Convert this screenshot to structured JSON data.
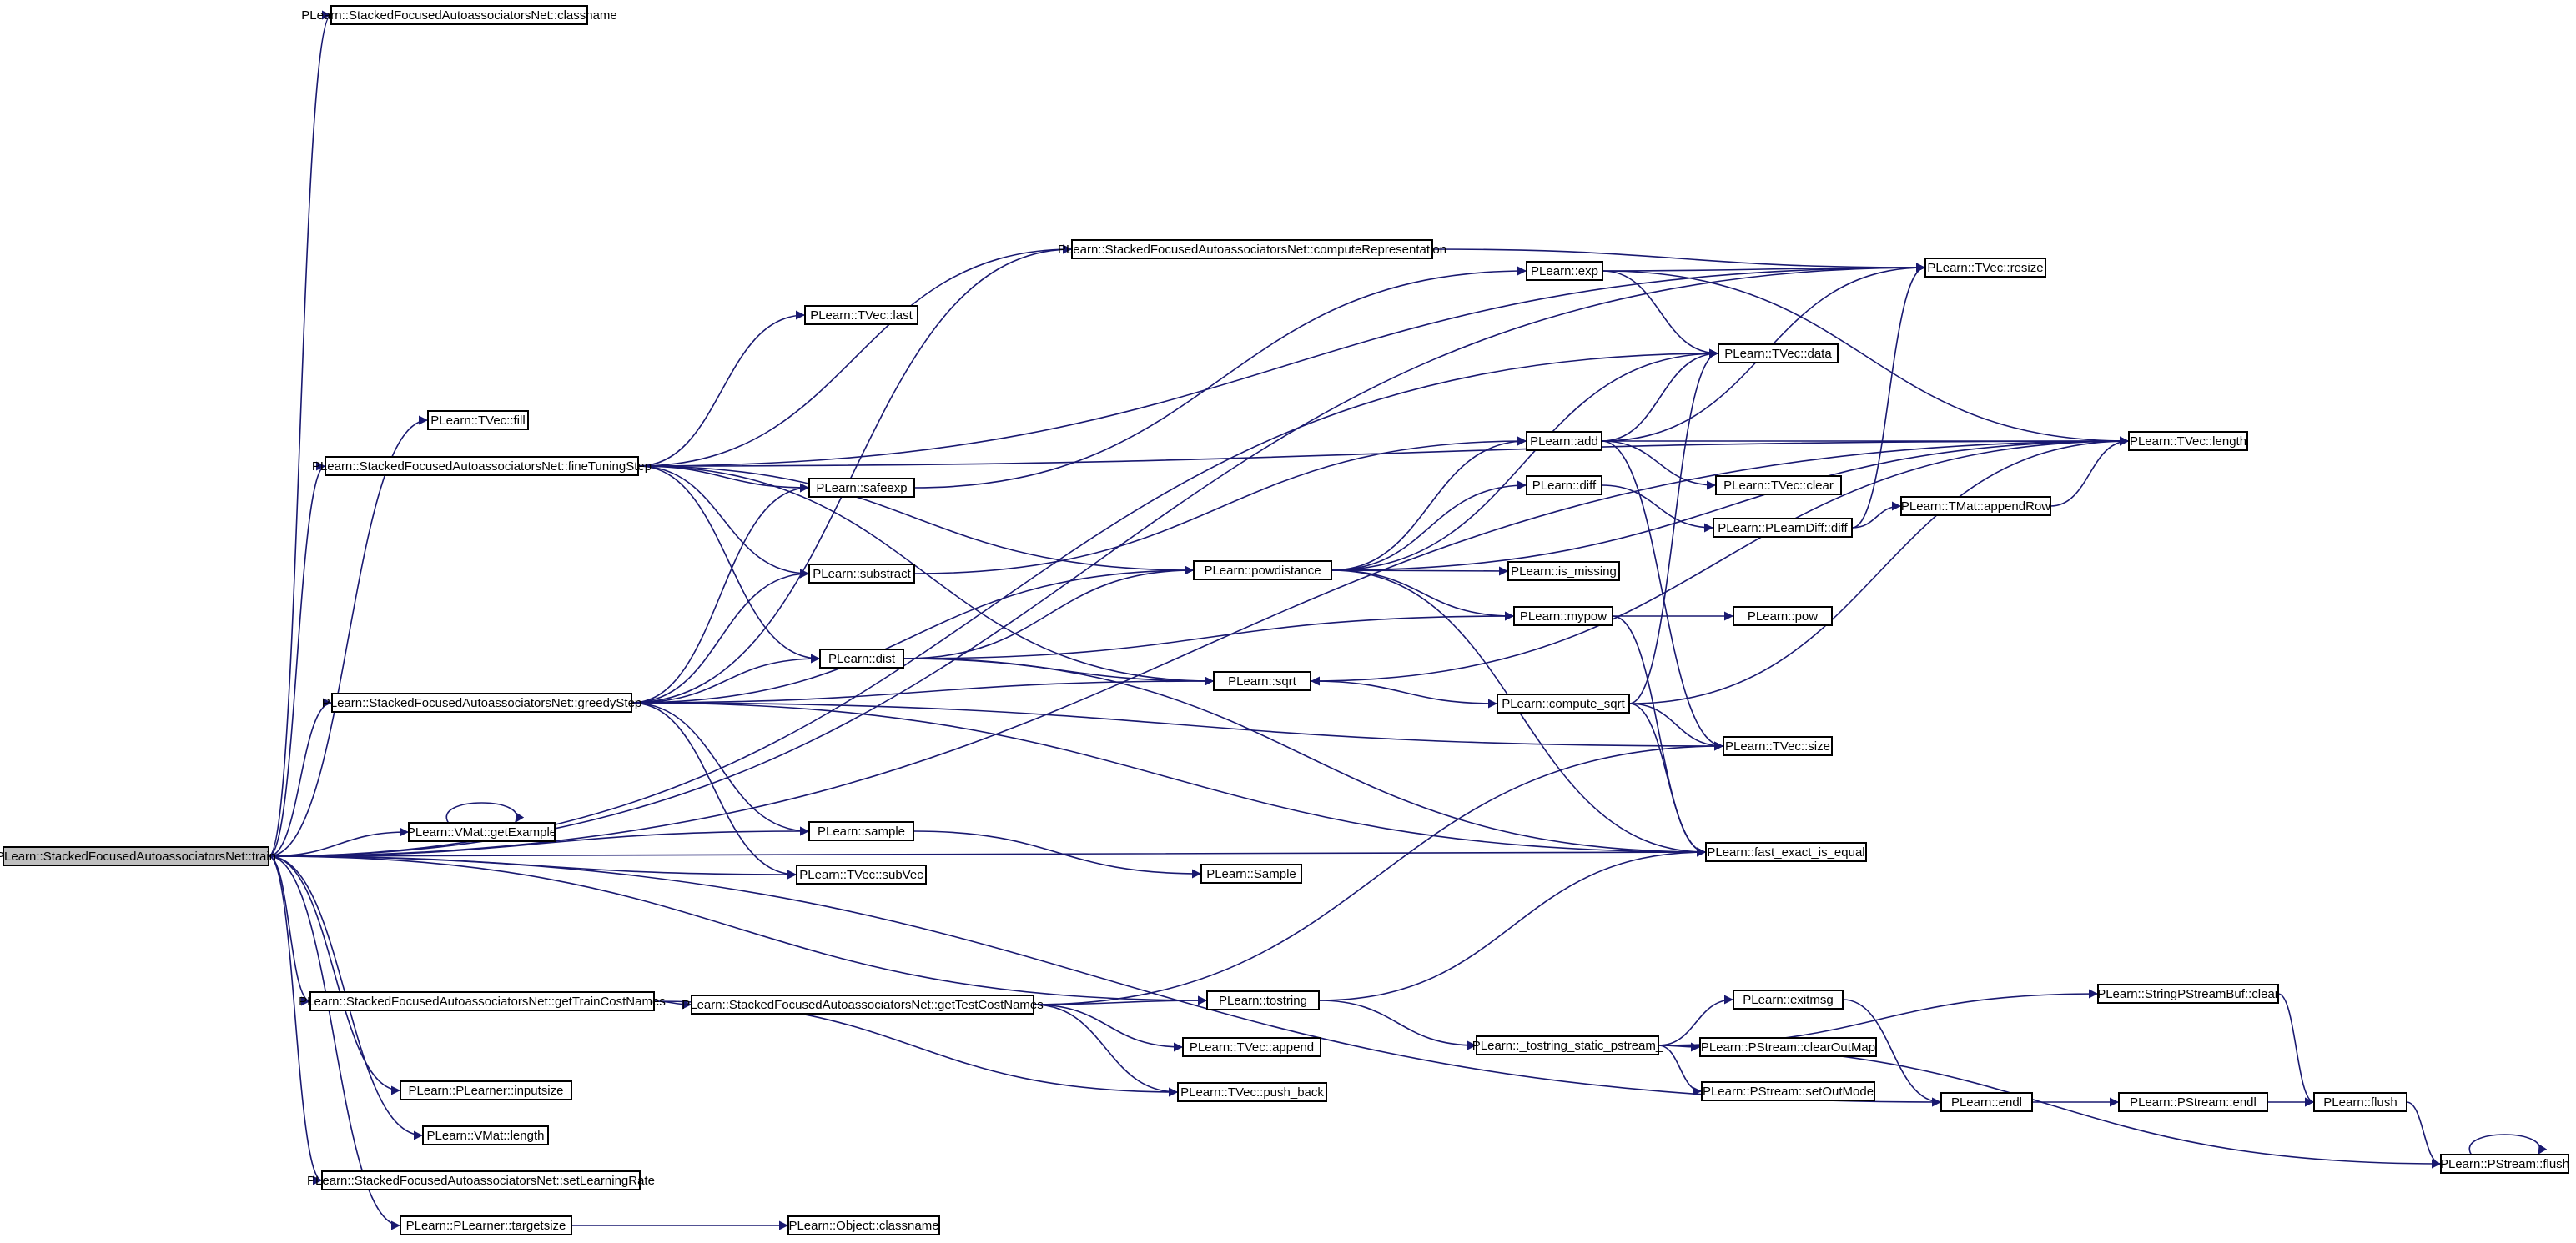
{
  "graph": {
    "title": "",
    "edge_color": "#191970",
    "root_fill": "#bfbfbf",
    "nodes": [
      {
        "id": "train",
        "label": "PLearn::StackedFocusedAutoassociatorsNet::train",
        "root": true
      },
      {
        "id": "classname_sfan",
        "label": "PLearn::StackedFocusedAutoassociatorsNet::classname"
      },
      {
        "id": "tvec_fill",
        "label": "PLearn::TVec::fill"
      },
      {
        "id": "fineTuningStep",
        "label": "PLearn::StackedFocusedAutoassociatorsNet::fineTuningStep"
      },
      {
        "id": "greedyStep",
        "label": "PLearn::StackedFocusedAutoassociatorsNet::greedyStep"
      },
      {
        "id": "vmat_getExample",
        "label": "PLearn::VMat::getExample"
      },
      {
        "id": "getTrainCostNames",
        "label": "PLearn::StackedFocusedAutoassociatorsNet::getTrainCostNames"
      },
      {
        "id": "plearner_inputsize",
        "label": "PLearn::PLearner::inputsize"
      },
      {
        "id": "vmat_length",
        "label": "PLearn::VMat::length"
      },
      {
        "id": "setLearningRate",
        "label": "PLearn::StackedFocusedAutoassociatorsNet::setLearningRate"
      },
      {
        "id": "plearner_targetsize",
        "label": "PLearn::PLearner::targetsize"
      },
      {
        "id": "computeRepresentation",
        "label": "PLearn::StackedFocusedAutoassociatorsNet::computeRepresentation"
      },
      {
        "id": "tvec_last",
        "label": "PLearn::TVec::last"
      },
      {
        "id": "safeexp",
        "label": "PLearn::safeexp"
      },
      {
        "id": "substract",
        "label": "PLearn::substract"
      },
      {
        "id": "dist",
        "label": "PLearn::dist"
      },
      {
        "id": "sample",
        "label": "PLearn::sample"
      },
      {
        "id": "tvec_subVec",
        "label": "PLearn::TVec::subVec"
      },
      {
        "id": "getTestCostNames",
        "label": "PLearn::StackedFocusedAutoassociatorsNet::getTestCostNames"
      },
      {
        "id": "object_classname",
        "label": "PLearn::Object::classname"
      },
      {
        "id": "exp",
        "label": "PLearn::exp"
      },
      {
        "id": "add",
        "label": "PLearn::add"
      },
      {
        "id": "diff",
        "label": "PLearn::diff"
      },
      {
        "id": "powdistance",
        "label": "PLearn::powdistance"
      },
      {
        "id": "sqrt",
        "label": "PLearn::sqrt"
      },
      {
        "id": "Sample",
        "label": "PLearn::Sample"
      },
      {
        "id": "tostring",
        "label": "PLearn::tostring"
      },
      {
        "id": "tvec_append",
        "label": "PLearn::TVec::append"
      },
      {
        "id": "tvec_push_back",
        "label": "PLearn::TVec::push_back"
      },
      {
        "id": "is_missing",
        "label": "PLearn::is_missing"
      },
      {
        "id": "mypow",
        "label": "PLearn::mypow"
      },
      {
        "id": "compute_sqrt",
        "label": "PLearn::compute_sqrt"
      },
      {
        "id": "tostring_static_pstream",
        "label": "PLearn::_tostring_static_pstream_"
      },
      {
        "id": "tvec_data",
        "label": "PLearn::TVec::data"
      },
      {
        "id": "tvec_clear",
        "label": "PLearn::TVec::clear"
      },
      {
        "id": "plearndiff_diff",
        "label": "PLearn::PLearnDiff::diff"
      },
      {
        "id": "pow",
        "label": "PLearn::pow"
      },
      {
        "id": "tvec_size",
        "label": "PLearn::TVec::size"
      },
      {
        "id": "fast_exact_is_equal",
        "label": "PLearn::fast_exact_is_equal"
      },
      {
        "id": "exitmsg",
        "label": "PLearn::exitmsg"
      },
      {
        "id": "pstream_clearOutMap",
        "label": "PLearn::PStream::clearOutMap"
      },
      {
        "id": "pstream_setOutMode",
        "label": "PLearn::PStream::setOutMode"
      },
      {
        "id": "endl",
        "label": "PLearn::endl"
      },
      {
        "id": "tvec_resize",
        "label": "PLearn::TVec::resize"
      },
      {
        "id": "tmat_appendRow",
        "label": "PLearn::TMat::appendRow"
      },
      {
        "id": "tvec_length",
        "label": "PLearn::TVec::length"
      },
      {
        "id": "pstream_endl",
        "label": "PLearn::PStream::endl"
      },
      {
        "id": "stringpstreambuf_clear",
        "label": "PLearn::StringPStreamBuf::clear"
      },
      {
        "id": "flush",
        "label": "PLearn::flush"
      },
      {
        "id": "pstream_flush",
        "label": "PLearn::PStream::flush"
      }
    ],
    "edges": [
      [
        "train",
        "classname_sfan"
      ],
      [
        "train",
        "tvec_length"
      ],
      [
        "train",
        "tvec_resize"
      ],
      [
        "train",
        "tvec_data"
      ],
      [
        "train",
        "tvec_fill"
      ],
      [
        "train",
        "fineTuningStep"
      ],
      [
        "train",
        "greedyStep"
      ],
      [
        "train",
        "sample"
      ],
      [
        "train",
        "vmat_getExample"
      ],
      [
        "train",
        "tvec_subVec"
      ],
      [
        "train",
        "fast_exact_is_equal"
      ],
      [
        "train",
        "getTrainCostNames"
      ],
      [
        "train",
        "tostring"
      ],
      [
        "train",
        "endl"
      ],
      [
        "train",
        "plearner_inputsize"
      ],
      [
        "train",
        "vmat_length"
      ],
      [
        "train",
        "setLearningRate"
      ],
      [
        "train",
        "plearner_targetsize"
      ],
      [
        "vmat_getExample",
        "vmat_getExample"
      ],
      [
        "fineTuningStep",
        "tvec_length"
      ],
      [
        "fineTuningStep",
        "tvec_resize"
      ],
      [
        "fineTuningStep",
        "computeRepresentation"
      ],
      [
        "fineTuningStep",
        "tvec_last"
      ],
      [
        "fineTuningStep",
        "safeexp"
      ],
      [
        "fineTuningStep",
        "substract"
      ],
      [
        "fineTuningStep",
        "dist"
      ],
      [
        "fineTuningStep",
        "powdistance"
      ],
      [
        "fineTuningStep",
        "sqrt"
      ],
      [
        "greedyStep",
        "computeRepresentation"
      ],
      [
        "greedyStep",
        "safeexp"
      ],
      [
        "greedyStep",
        "substract"
      ],
      [
        "greedyStep",
        "powdistance"
      ],
      [
        "greedyStep",
        "dist"
      ],
      [
        "greedyStep",
        "sqrt"
      ],
      [
        "greedyStep",
        "tvec_size"
      ],
      [
        "greedyStep",
        "fast_exact_is_equal"
      ],
      [
        "greedyStep",
        "sample"
      ],
      [
        "greedyStep",
        "tvec_subVec"
      ],
      [
        "getTrainCostNames",
        "getTestCostNames"
      ],
      [
        "getTrainCostNames",
        "tvec_push_back"
      ],
      [
        "getTestCostNames",
        "tostring"
      ],
      [
        "getTestCostNames",
        "tvec_append"
      ],
      [
        "getTestCostNames",
        "tvec_push_back"
      ],
      [
        "getTestCostNames",
        "tvec_size"
      ],
      [
        "plearner_targetsize",
        "object_classname"
      ],
      [
        "computeRepresentation",
        "tvec_resize"
      ],
      [
        "safeexp",
        "exp"
      ],
      [
        "substract",
        "add"
      ],
      [
        "dist",
        "powdistance"
      ],
      [
        "dist",
        "mypow"
      ],
      [
        "dist",
        "sqrt"
      ],
      [
        "dist",
        "fast_exact_is_equal"
      ],
      [
        "sample",
        "Sample"
      ],
      [
        "tostring",
        "tostring_static_pstream"
      ],
      [
        "tostring",
        "fast_exact_is_equal"
      ],
      [
        "exp",
        "tvec_resize"
      ],
      [
        "exp",
        "tvec_data"
      ],
      [
        "exp",
        "tvec_length"
      ],
      [
        "add",
        "tvec_data"
      ],
      [
        "add",
        "tvec_resize"
      ],
      [
        "add",
        "tvec_length"
      ],
      [
        "add",
        "tvec_clear"
      ],
      [
        "add",
        "tvec_size"
      ],
      [
        "diff",
        "plearndiff_diff"
      ],
      [
        "powdistance",
        "tvec_data"
      ],
      [
        "powdistance",
        "add"
      ],
      [
        "powdistance",
        "diff"
      ],
      [
        "powdistance",
        "is_missing"
      ],
      [
        "powdistance",
        "mypow"
      ],
      [
        "powdistance",
        "tvec_length"
      ],
      [
        "powdistance",
        "fast_exact_is_equal"
      ],
      [
        "sqrt",
        "compute_sqrt"
      ],
      [
        "mypow",
        "pow"
      ],
      [
        "mypow",
        "fast_exact_is_equal"
      ],
      [
        "compute_sqrt",
        "tvec_data"
      ],
      [
        "compute_sqrt",
        "tvec_size"
      ],
      [
        "compute_sqrt",
        "fast_exact_is_equal"
      ],
      [
        "compute_sqrt",
        "tvec_length"
      ],
      [
        "tostring_static_pstream",
        "stringpstreambuf_clear"
      ],
      [
        "tostring_static_pstream",
        "exitmsg"
      ],
      [
        "tostring_static_pstream",
        "pstream_clearOutMap"
      ],
      [
        "tostring_static_pstream",
        "pstream_setOutMode"
      ],
      [
        "tostring_static_pstream",
        "pstream_flush"
      ],
      [
        "plearndiff_diff",
        "tvec_resize"
      ],
      [
        "plearndiff_diff",
        "tmat_appendRow"
      ],
      [
        "tmat_appendRow",
        "tvec_length"
      ],
      [
        "tvec_length",
        "sqrt"
      ],
      [
        "exitmsg",
        "endl"
      ],
      [
        "endl",
        "pstream_endl"
      ],
      [
        "pstream_endl",
        "flush"
      ],
      [
        "stringpstreambuf_clear",
        "flush"
      ],
      [
        "flush",
        "pstream_flush"
      ],
      [
        "pstream_flush",
        "pstream_flush"
      ]
    ]
  }
}
